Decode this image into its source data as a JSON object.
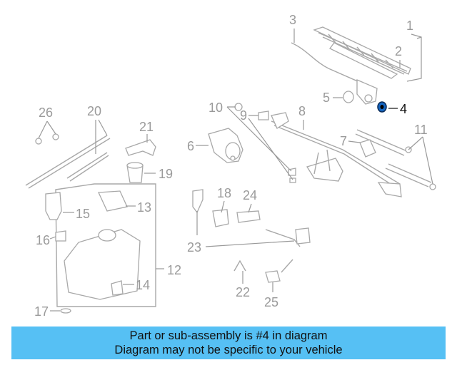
{
  "callouts": {
    "c1": "1",
    "c2": "2",
    "c3": "3",
    "c4": "4",
    "c5": "5",
    "c6": "6",
    "c7": "7",
    "c8": "8",
    "c9": "9",
    "c10": "10",
    "c11": "11",
    "c12": "12",
    "c13": "13",
    "c14": "14",
    "c15": "15",
    "c16": "16",
    "c17": "17",
    "c18": "18",
    "c19": "19",
    "c20": "20",
    "c21": "21",
    "c22": "22",
    "c23": "23",
    "c24": "24",
    "c25": "25",
    "c26": "26"
  },
  "highlight": {
    "part": "4",
    "color": "#1565c0"
  },
  "banner": {
    "line1": "Part or sub-assembly is #4 in diagram",
    "line2": "Diagram may not be specific to your vehicle",
    "color": "#56c0f4"
  }
}
